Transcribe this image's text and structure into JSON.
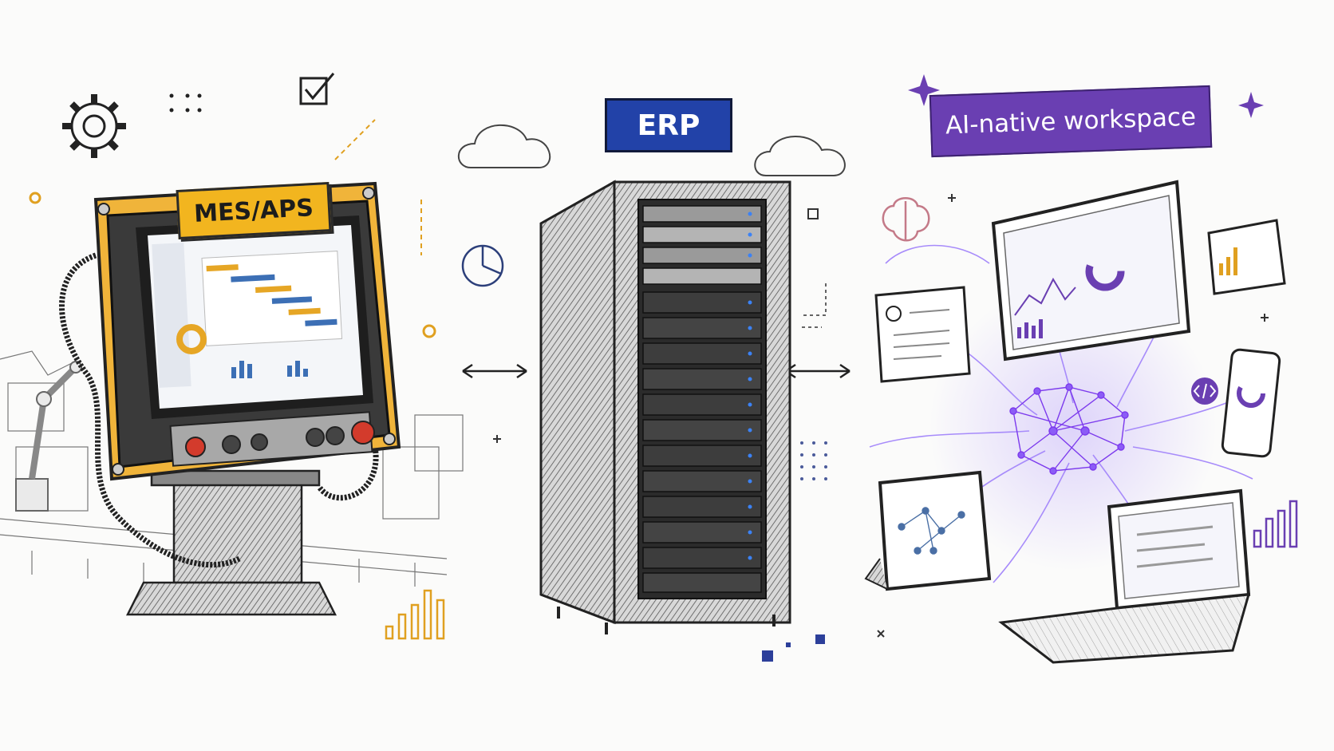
{
  "labels": {
    "mes": "MES/APS",
    "erp": "ERP",
    "ai": "AI-native workspace"
  },
  "colors": {
    "mes_accent": "#f2b51f",
    "erp_accent": "#2242a8",
    "ai_accent": "#6a3fb2",
    "ink": "#222222",
    "ai_glow": "#8b5cf6"
  },
  "icons": [
    "gear-icon",
    "checkbox-icon",
    "pie-chart-icon",
    "cloud-icon",
    "brain-icon",
    "code-icon",
    "sparkle-icon",
    "double-arrow-icon",
    "bar-chart-icon"
  ]
}
